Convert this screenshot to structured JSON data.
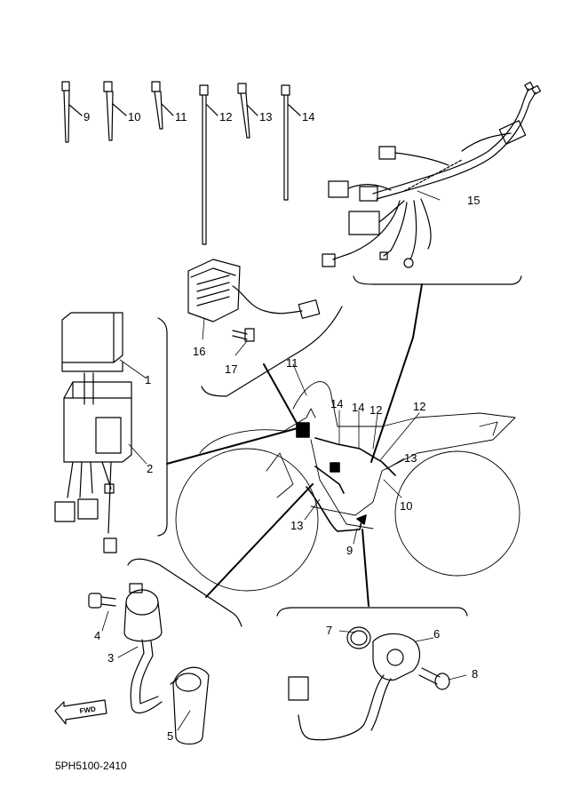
{
  "part_code": "5PH5100-2410",
  "fwd_label": "FWD",
  "callouts": {
    "c1": "1",
    "c2": "2",
    "c3": "3",
    "c4": "4",
    "c5": "5",
    "c6": "6",
    "c7": "7",
    "c8": "8",
    "c9a": "9",
    "c9b": "9",
    "c10a": "10",
    "c10b": "10",
    "c11a": "11",
    "c11b": "11",
    "c12a": "12",
    "c12b": "12",
    "c12c": "12",
    "c13a": "13",
    "c13b": "13",
    "c13c": "13",
    "c14a": "14",
    "c14b": "14",
    "c15": "15",
    "c16": "16",
    "c17": "17"
  }
}
